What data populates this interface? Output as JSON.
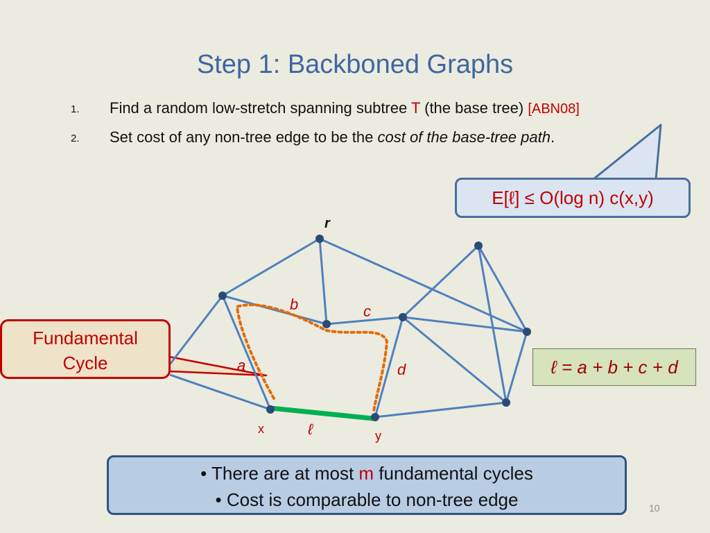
{
  "slide": {
    "title": "Step 1: Backboned Graphs",
    "page_number": "10"
  },
  "bullets": [
    {
      "num": "1.",
      "text_before": "Find a random low-stretch spanning subtree ",
      "highlight": "T",
      "text_after": " (the base tree) ",
      "ref": "[ABN08]"
    },
    {
      "num": "2.",
      "text_before": "Set cost of any non-tree edge to be the ",
      "italic": "cost of the base-tree path",
      "text_after": "."
    }
  ],
  "callout": {
    "text": "E[ℓ] ≤ O(log n) c(x,y)"
  },
  "fundamental_box": {
    "line1": "Fundamental",
    "line2": "Cycle"
  },
  "formula_box": {
    "text": "ℓ = a + b + c + d"
  },
  "graph": {
    "labels": {
      "root": "r",
      "a": "a",
      "b": "b",
      "c": "c",
      "d": "d",
      "x": "x",
      "y": "y",
      "ell": "ℓ"
    },
    "colors": {
      "edge": "#4f81bd",
      "node": "#2c4a78",
      "cycle_dots": "#e26b0a",
      "non_tree_edge": "#00b050",
      "label_red": "#c00000"
    }
  },
  "bottom_box": {
    "line1_before": "• There are at most ",
    "line1_highlight": "m",
    "line1_after": " fundamental cycles",
    "line2": "• Cost is comparable to non-tree edge"
  }
}
